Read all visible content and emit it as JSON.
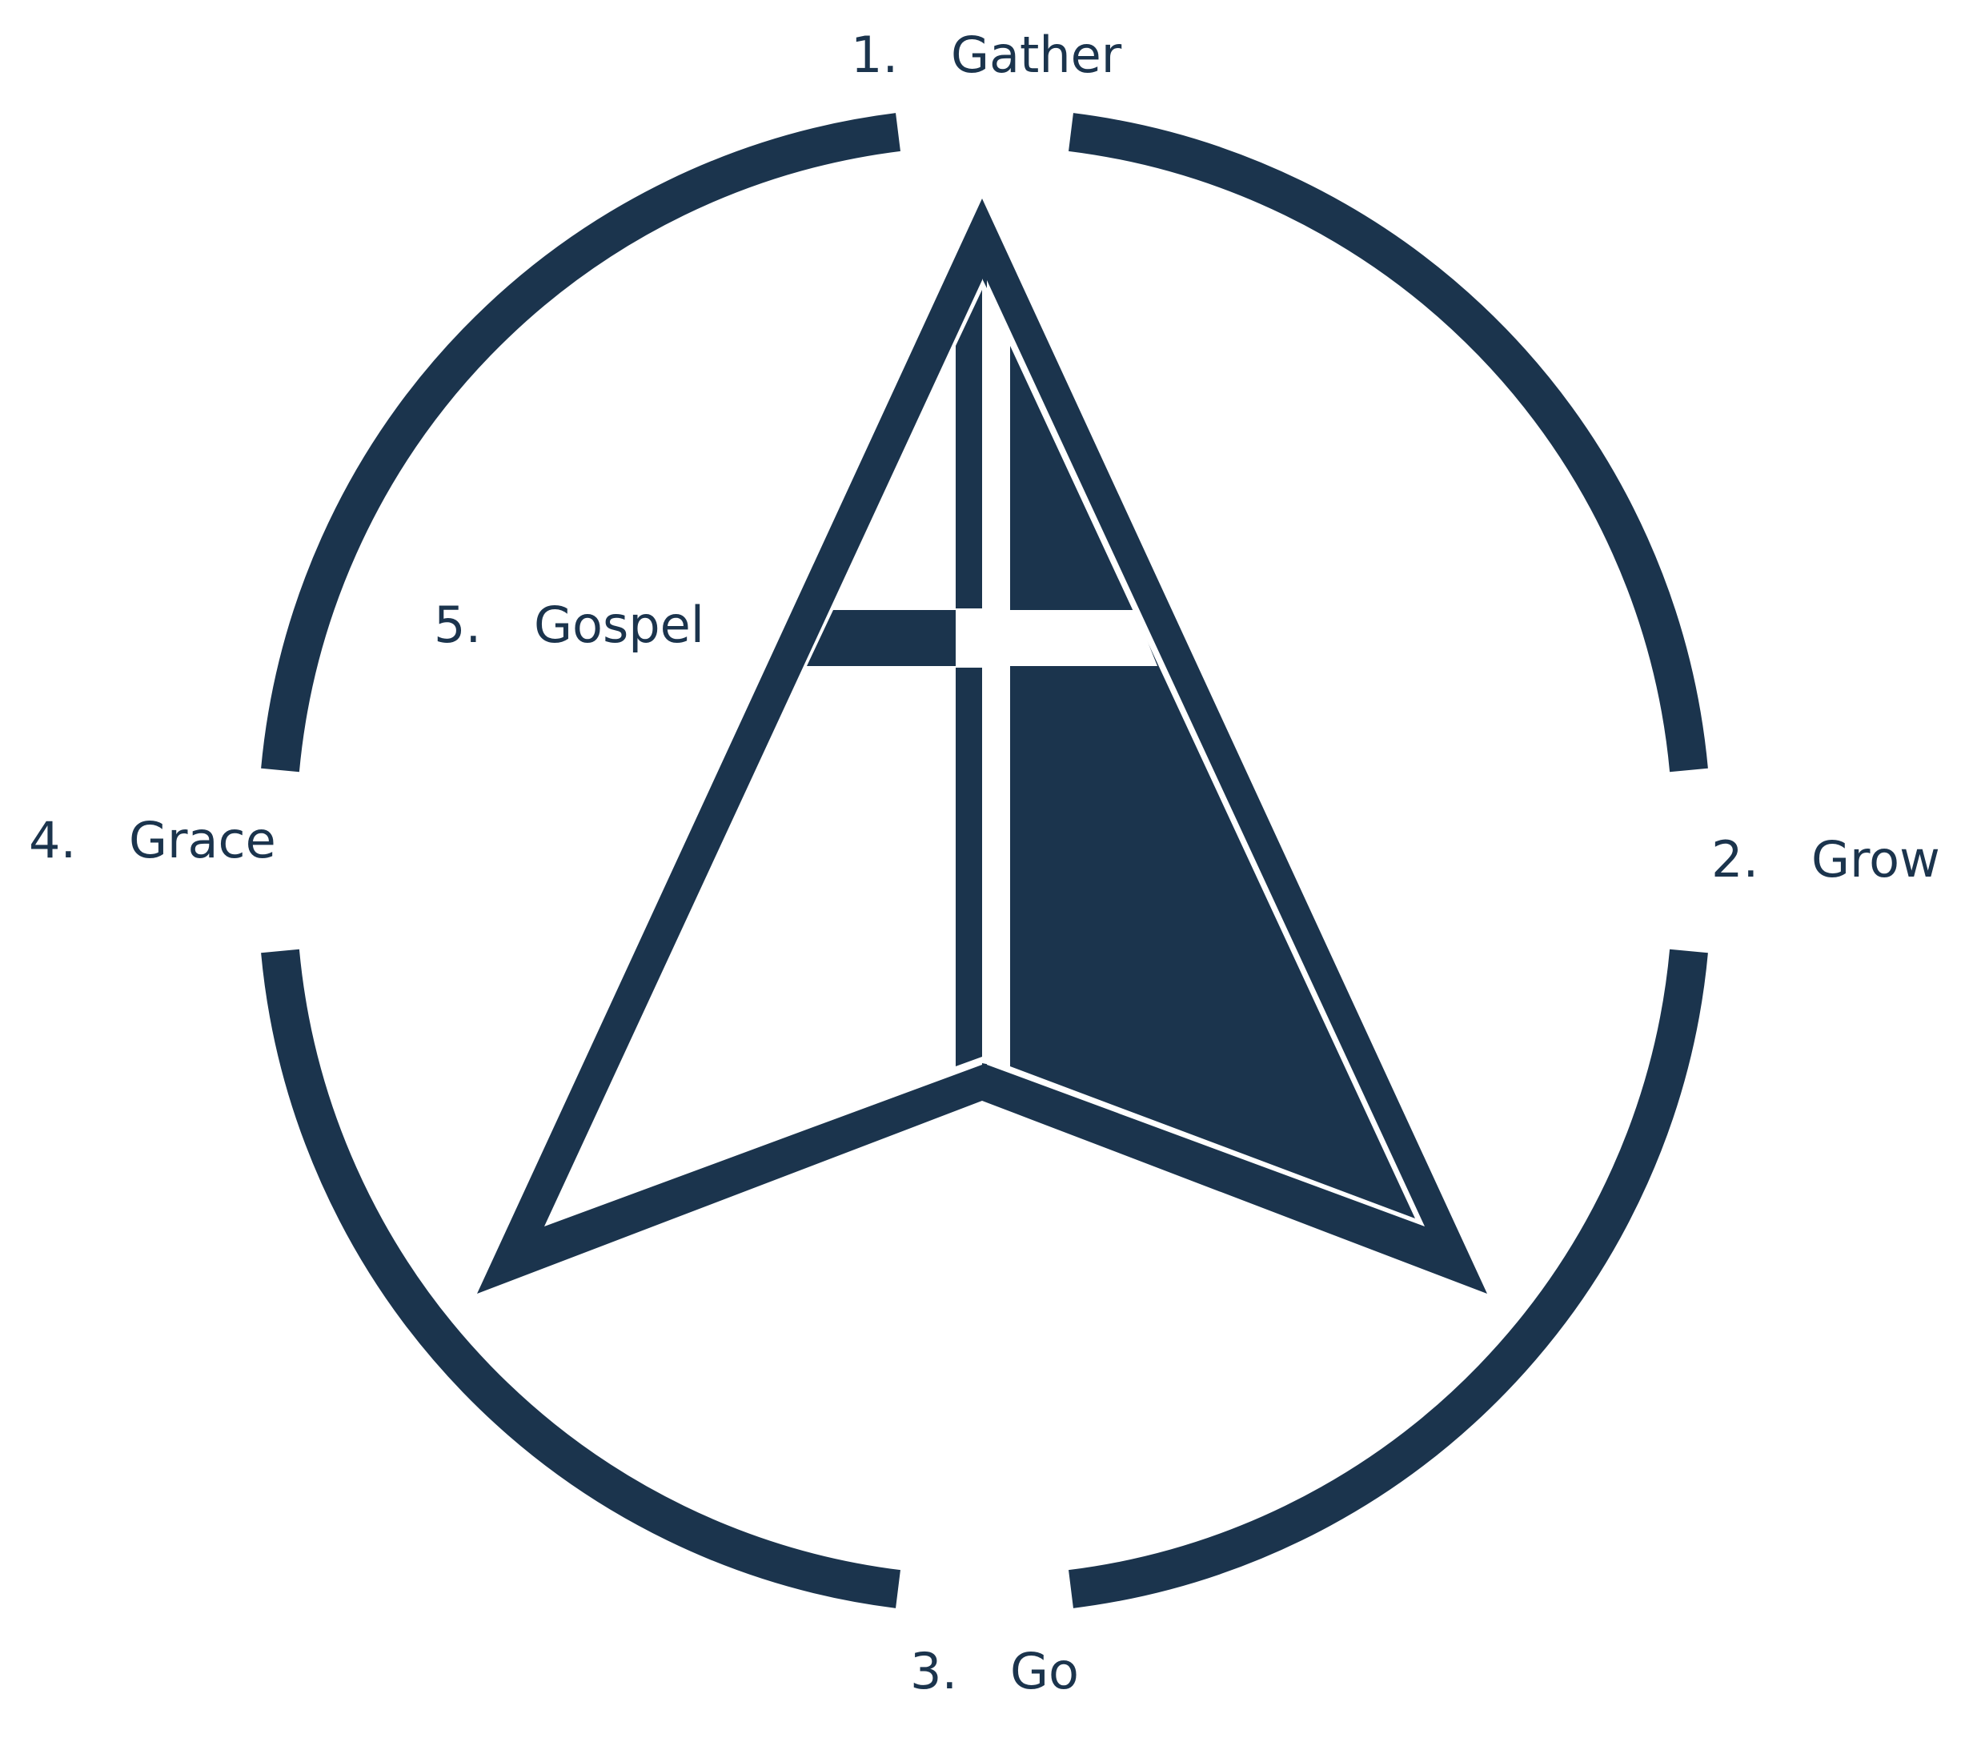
{
  "colors": {
    "primary": "#1b344d",
    "background": "#ffffff"
  },
  "labels": {
    "gather": {
      "number": "1.",
      "text": "Gather"
    },
    "grow": {
      "number": "2.",
      "text": "Grow"
    },
    "go": {
      "number": "3.",
      "text": "Go"
    },
    "grace": {
      "number": "4.",
      "text": "Grace"
    },
    "gospel": {
      "number": "5.",
      "text": "Gospel"
    }
  },
  "graphic": {
    "outer_ring": "segmented-circle",
    "center_icon": "arrowhead-with-cross-icon"
  }
}
